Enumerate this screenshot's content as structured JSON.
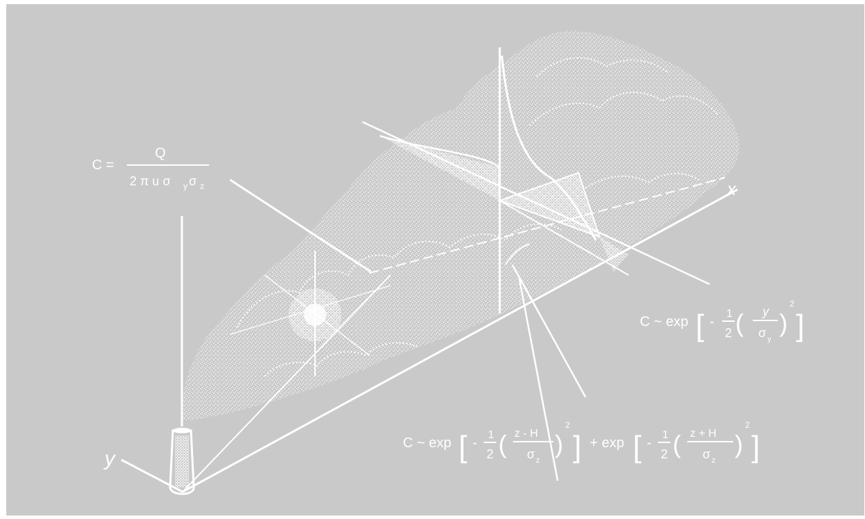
{
  "axes": {
    "x": "x",
    "y": "y"
  },
  "equations": {
    "centerline": {
      "lhs": "C =",
      "numerator": "Q",
      "denominator": "2 π u σ",
      "sub_y": "y",
      "sub_z": "z"
    },
    "crosswind": {
      "lhs": "C ~ exp",
      "minus": "-",
      "half_num": "1",
      "half_den": "2",
      "var": "y",
      "sigma": "σ",
      "sub": "y",
      "power": "2"
    },
    "vertical": {
      "lhs": "C ~ exp",
      "minus": "-",
      "half_num": "1",
      "half_den": "2",
      "num1": "z - H",
      "sigma1": "σ",
      "sub1": "z",
      "power1": "2",
      "plus": "+ exp",
      "num2": "z + H",
      "sigma2": "σ",
      "sub2": "z",
      "power2": "2"
    }
  },
  "colors": {
    "background": "#c9c9c9",
    "ink": "#ffffff"
  }
}
